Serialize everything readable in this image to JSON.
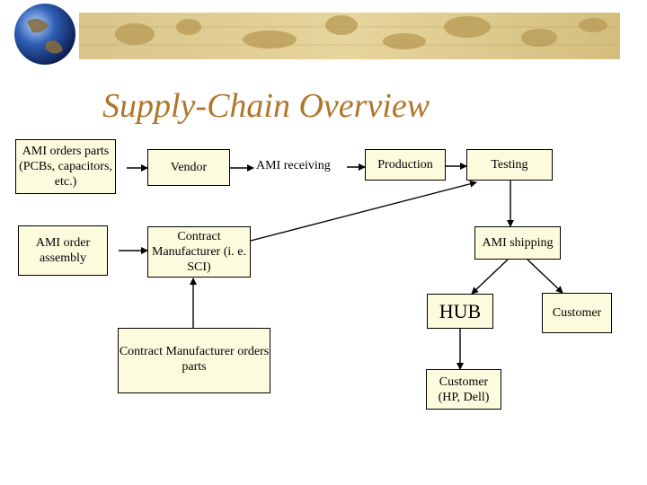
{
  "title": "Supply-Chain Overview",
  "nodes": {
    "ami_orders": "AMI orders parts (PCBs, capacitors, etc.)",
    "ami_order_assembly": "AMI order assembly",
    "vendor": "Vendor",
    "contract_manufacturer": "Contract Manufacturer (i. e. SCI)",
    "cm_orders_parts": "Contract Manufacturer orders parts",
    "ami_receiving": "AMI receiving",
    "production": "Production",
    "testing": "Testing",
    "ami_shipping": "AMI shipping",
    "hub": "HUB",
    "customer_hp_dell": "Customer (HP, Dell)",
    "customer": "Customer"
  },
  "colors": {
    "box_fill": "#fdfbdd",
    "title": "#b0762a",
    "line": "#000000"
  }
}
